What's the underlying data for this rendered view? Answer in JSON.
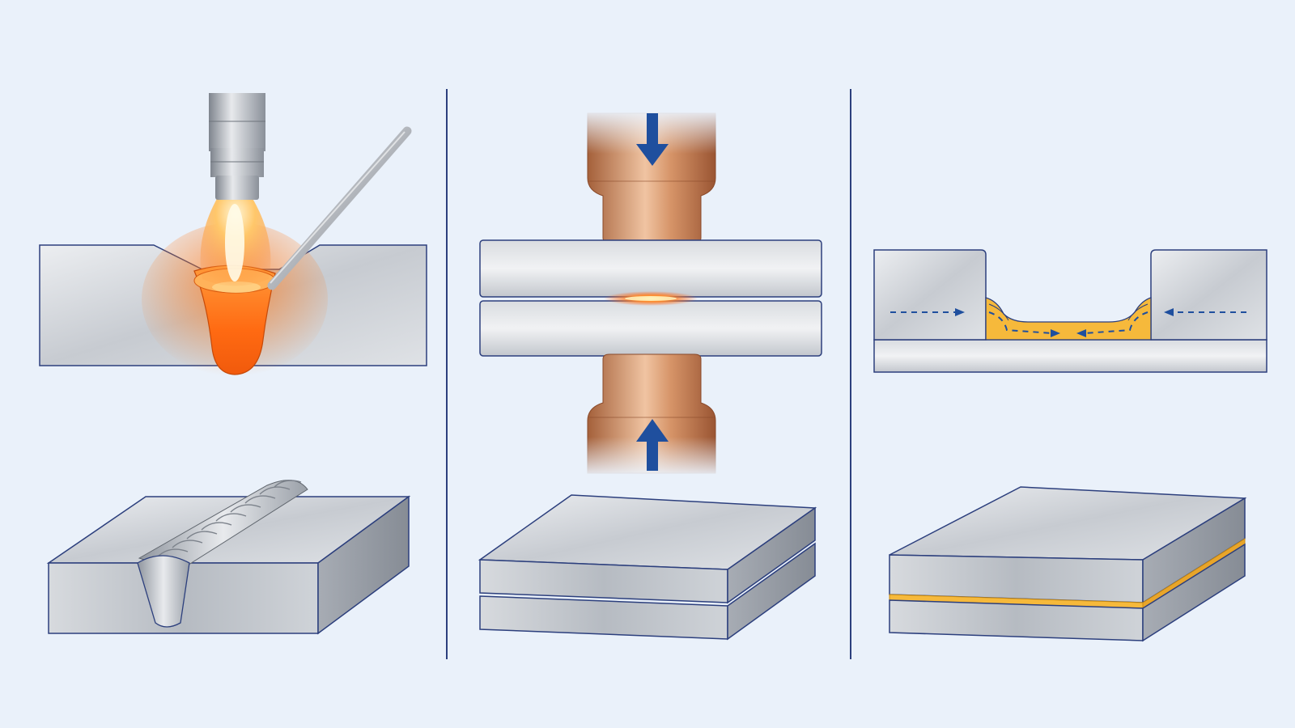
{
  "figure": {
    "panels": [
      {
        "id": "fusion",
        "process": "fusion-welding",
        "parts": [
          "torch-nozzle",
          "flame",
          "filler-rod",
          "v-groove-plate",
          "molten-weld-pool",
          "finished-weld-bead-block"
        ]
      },
      {
        "id": "resistance",
        "process": "resistance-spot-welding",
        "parts": [
          "upper-electrode",
          "lower-electrode",
          "force-arrow-down",
          "force-arrow-up",
          "upper-sheet",
          "lower-sheet",
          "weld-nugget",
          "stacked-plates-result"
        ]
      },
      {
        "id": "brazing",
        "process": "brazing-capillary-flow",
        "parts": [
          "left-block",
          "right-block",
          "base-plate",
          "filler-metal-joint",
          "capillary-flow-arrows",
          "brazed-plates-result"
        ]
      }
    ],
    "colors": {
      "background": "#eaf1fa",
      "outline": "#2c3f7d",
      "divider": "#2c3f7d",
      "steel_light": "#e3e6ea",
      "steel_dark": "#a9aeb6",
      "copper": "#c98a5a",
      "weld_orange": "#ff7a1a",
      "filler_yellow": "#f6b93b",
      "arrow_blue": "#1f4f9e"
    },
    "icons": [
      "arrow-down-icon",
      "arrow-up-icon",
      "flow-arrow-icon"
    ]
  }
}
